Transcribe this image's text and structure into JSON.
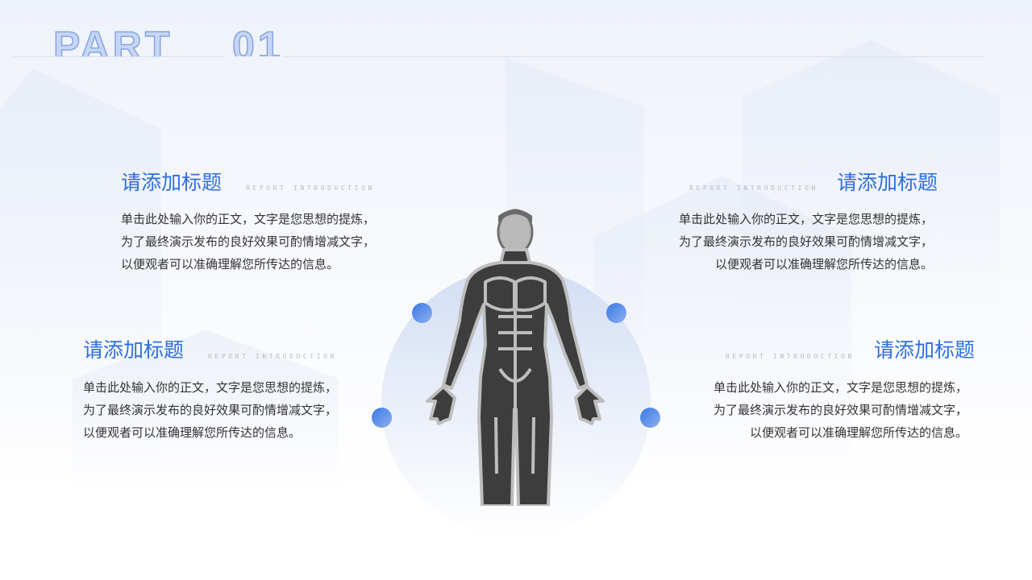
{
  "header": {
    "part_label": "PART",
    "part_number": "01"
  },
  "colors": {
    "accent": "#2f6fde",
    "dot": "#3a78e6",
    "figure": "#3d3d3d"
  },
  "blocks": [
    {
      "title": "请添加标题",
      "subtitle": "REPORT INTRODUCTION",
      "lines": [
        "单击此处输入你的正文，文字是您思想的提炼，",
        "为了最终演示发布的良好效果可酌情增减文字，",
        "以便观者可以准确理解您所传达的信息。"
      ]
    },
    {
      "title": "请添加标题",
      "subtitle": "REPORT INTRODUCTION",
      "lines": [
        "单击此处输入你的正文，文字是您思想的提炼，",
        "为了最终演示发布的良好效果可酌情增减文字，",
        "以便观者可以准确理解您所传达的信息。"
      ]
    },
    {
      "title": "请添加标题",
      "subtitle": "REPORT INTRODUCTION",
      "lines": [
        "单击此处输入你的正文，文字是您思想的提炼，",
        "为了最终演示发布的良好效果可酌情增减文字，",
        "以便观者可以准确理解您所传达的信息。"
      ]
    },
    {
      "title": "请添加标题",
      "subtitle": "REPORT INTRODUCTION",
      "lines": [
        "单击此处输入你的正文，文字是您思想的提炼，",
        "为了最终演示发布的良好效果可酌情增减文字，",
        "以便观者可以准确理解您所传达的信息。"
      ]
    }
  ],
  "figure": {
    "icon": "human-muscle-anatomy"
  }
}
